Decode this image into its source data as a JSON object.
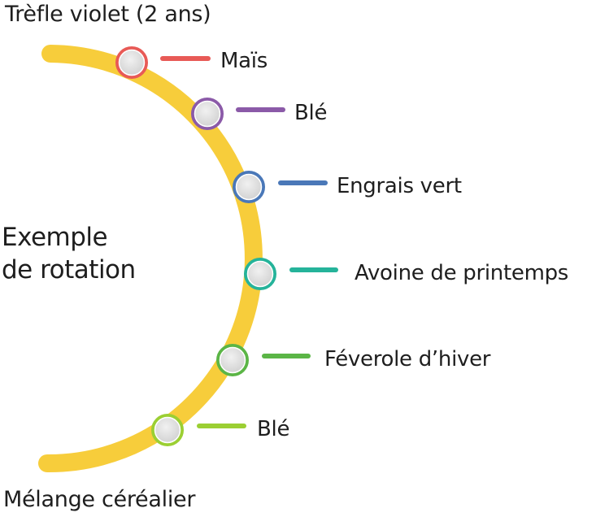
{
  "title": "Exemple de rotation",
  "title_lines": [
    "Exemple",
    "de rotation"
  ],
  "start_label": "Trèfle violet (2 ans)",
  "end_label": "Mélange céréalier",
  "track_color": "#f7cd3b",
  "steps": [
    {
      "label": "Maïs",
      "color": "#e85a56"
    },
    {
      "label": "Blé",
      "color": "#8b5aa8"
    },
    {
      "label": "Engrais vert",
      "color": "#4a78b8"
    },
    {
      "label": "Avoine de printemps",
      "color": "#25b39a"
    },
    {
      "label": "Féverole d’hiver",
      "color": "#5bb546"
    },
    {
      "label": "Blé",
      "color": "#9bcf33"
    }
  ]
}
